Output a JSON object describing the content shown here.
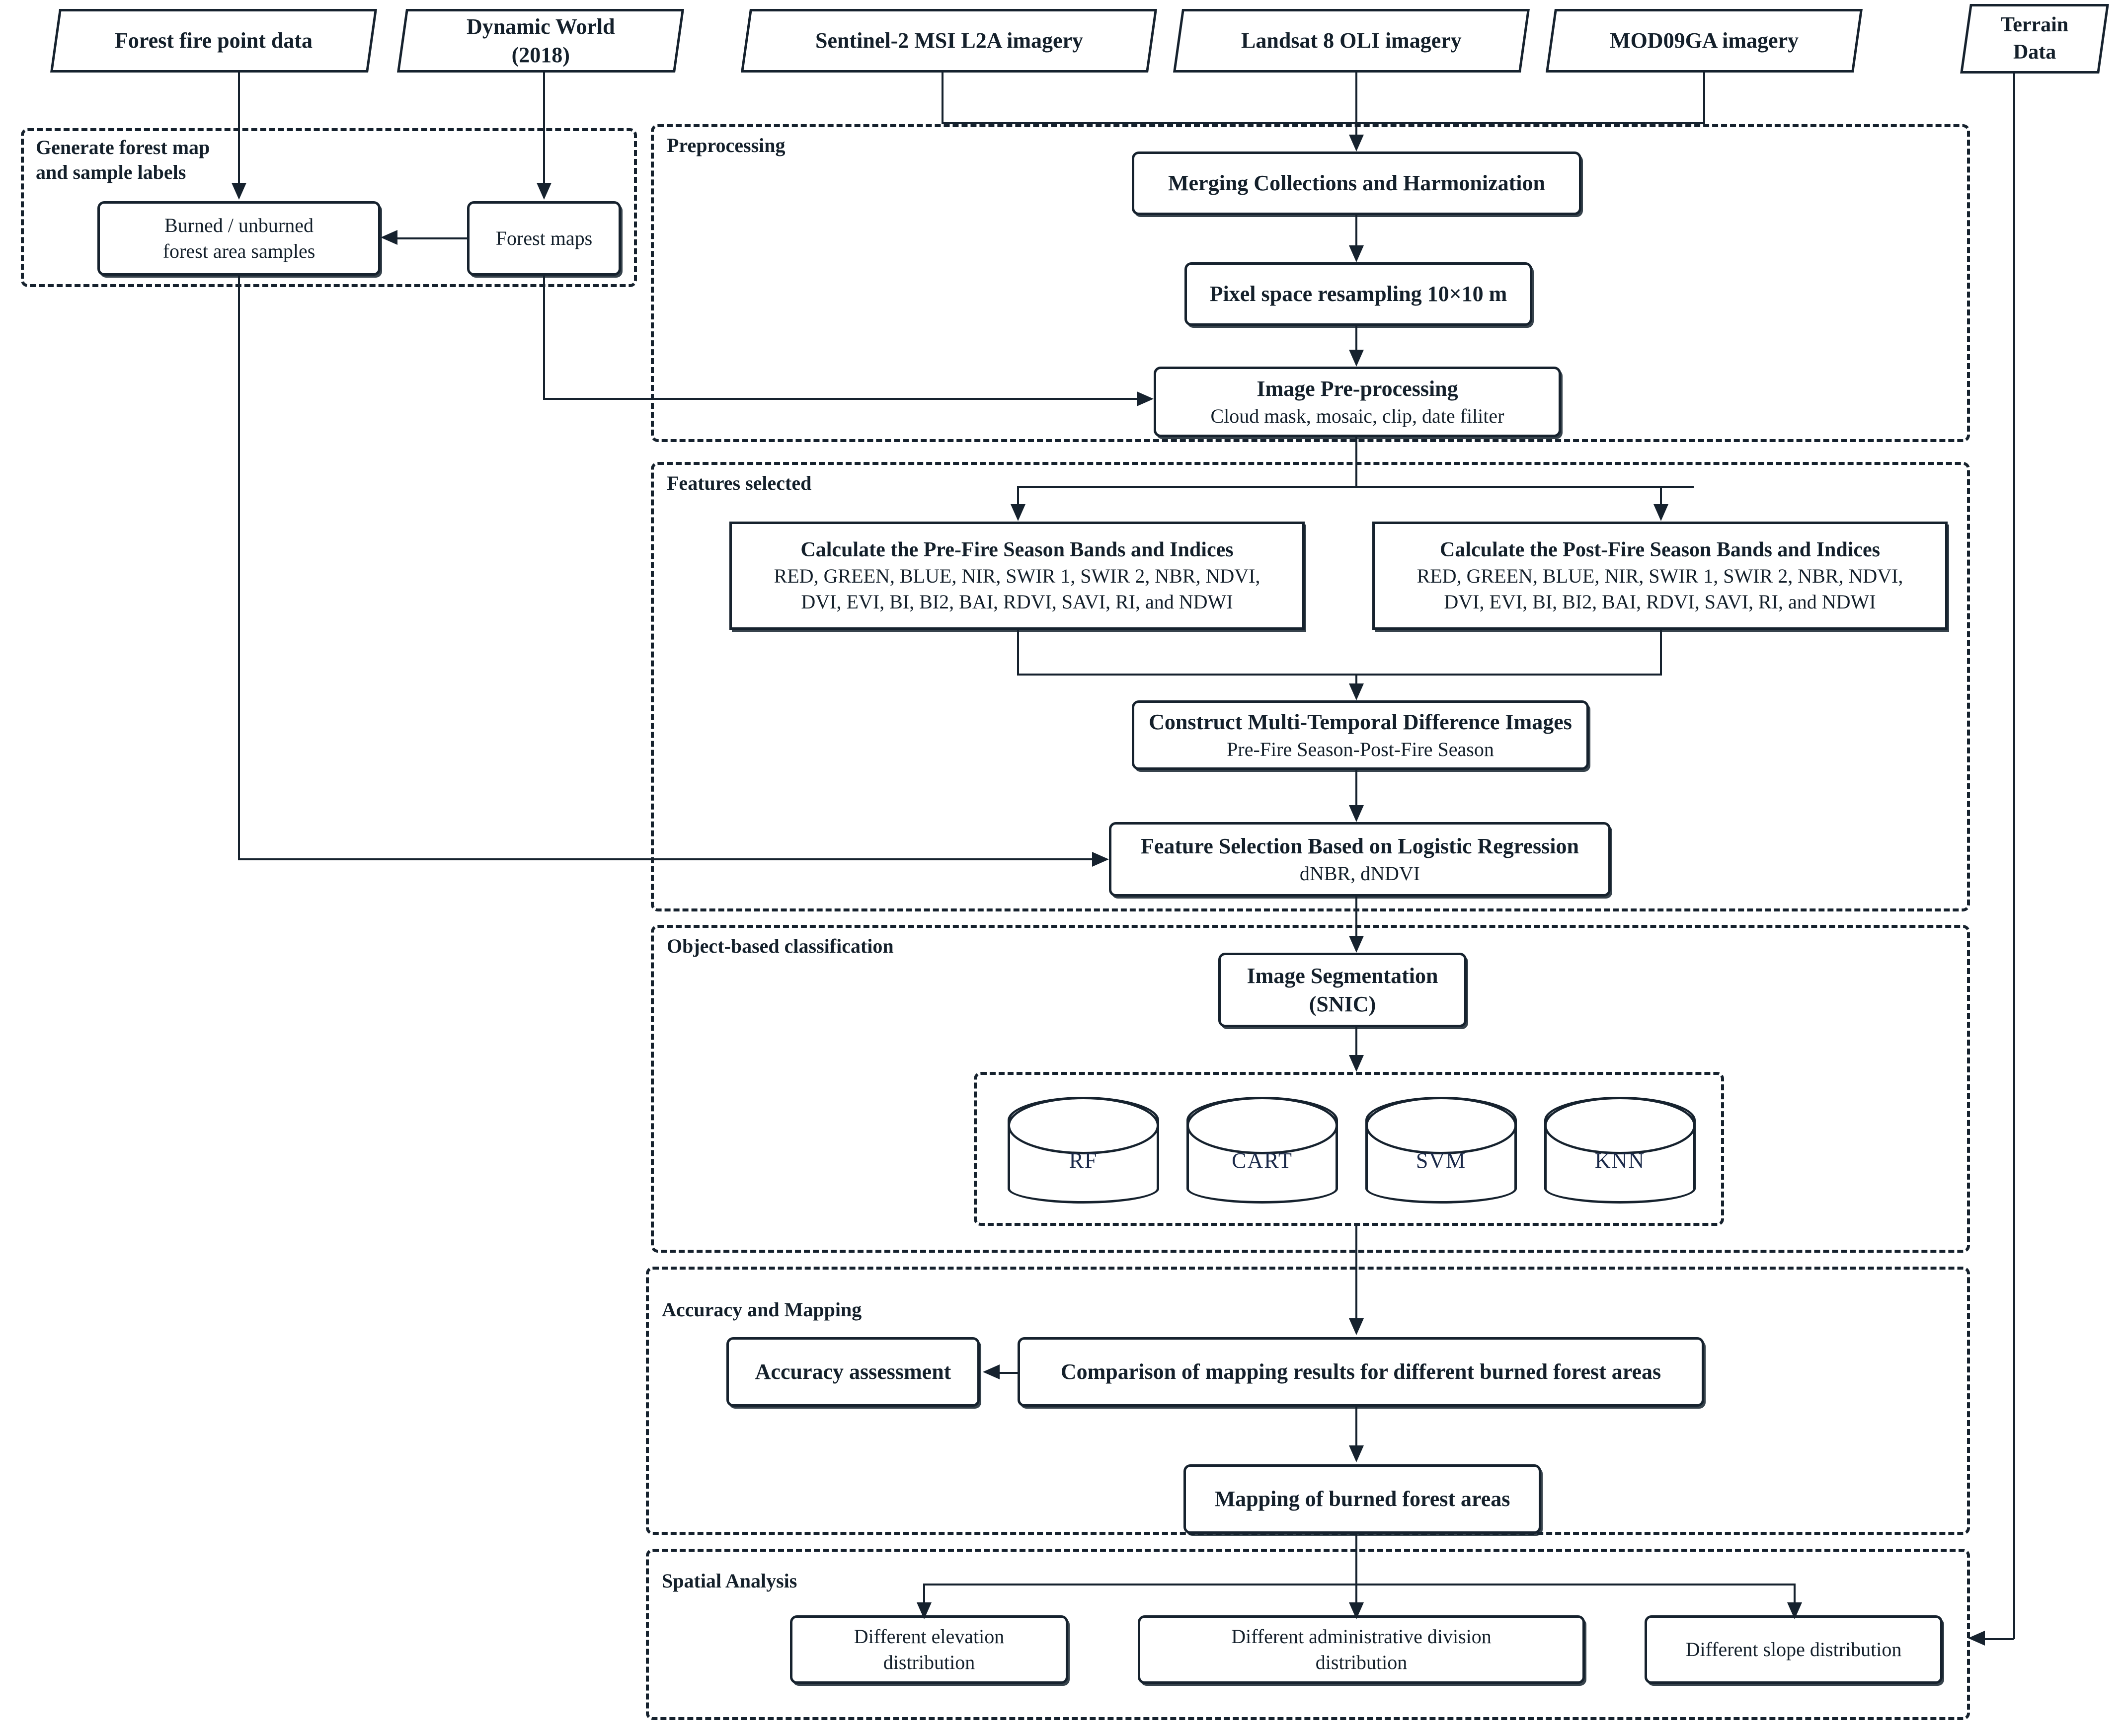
{
  "diagram": {
    "title": "Burned forest area mapping workflow",
    "accent_color": "#16222e",
    "cylinder_label_color": "#1b2a4a"
  },
  "sources": [
    {
      "name": "forest-fire-point-data",
      "line1": "Forest fire point data",
      "line2": ""
    },
    {
      "name": "dynamic-world",
      "line1": "Dynamic World",
      "line2": "(2018)"
    },
    {
      "name": "sentinel2",
      "line1": "Sentinel-2 MSI L2A imagery",
      "line2": ""
    },
    {
      "name": "landsat8",
      "line1": "Landsat 8 OLI imagery",
      "line2": ""
    },
    {
      "name": "mod09ga",
      "line1": "MOD09GA imagery",
      "line2": ""
    },
    {
      "name": "terrain-data",
      "line1": "Terrain",
      "line2": "Data"
    }
  ],
  "groups": {
    "generate": "Generate forest map\nand sample labels",
    "preprocessing": "Preprocessing",
    "features": "Features selected",
    "classification": "Object-based classification",
    "accuracy": "Accuracy and Mapping",
    "spatial": "Spatial Analysis"
  },
  "nodes": {
    "samples": {
      "l1": "Burned / unburned",
      "l2": "forest area samples"
    },
    "forestmaps": {
      "l1": "Forest maps",
      "l2": ""
    },
    "merging": {
      "l1": "Merging Collections and Harmonization",
      "l2": ""
    },
    "resample": {
      "l1": "Pixel space resampling 10×10 m",
      "l2": ""
    },
    "preproc": {
      "l1": "Image Pre-processing",
      "l2": "Cloud mask, mosaic, clip, date filiter"
    },
    "prefire": {
      "l1": "Calculate the Pre-Fire Season Bands and Indices",
      "l2": "RED, GREEN, BLUE, NIR, SWIR 1, SWIR 2, NBR, NDVI,",
      "l3": "DVI, EVI, BI, BI2, BAI, RDVI, SAVI, RI, and NDWI"
    },
    "postfire": {
      "l1": "Calculate the Post-Fire Season Bands and Indices",
      "l2": "RED, GREEN, BLUE, NIR, SWIR 1, SWIR 2, NBR, NDVI,",
      "l3": "DVI, EVI, BI, BI2, BAI, RDVI, SAVI, RI, and NDWI"
    },
    "difference": {
      "l1": "Construct Multi-Temporal Difference Images",
      "l2": "Pre-Fire Season-Post-Fire Season"
    },
    "featsel": {
      "l1": "Feature Selection Based on Logistic Regression",
      "l2": "dNBR, dNDVI"
    },
    "segmentation": {
      "l1": "Image Segmentation",
      "l2": "(SNIC)"
    },
    "accuracy": {
      "l1": "Accuracy assessment",
      "l2": ""
    },
    "comparison": {
      "l1": "Comparison of mapping results for different burned forest areas",
      "l2": ""
    },
    "mapping": {
      "l1": "Mapping of  burned forest areas",
      "l2": ""
    },
    "elevation": {
      "l1": "Different elevation",
      "l2": "distribution"
    },
    "admin": {
      "l1": "Different administrative division",
      "l2": "distribution"
    },
    "slope": {
      "l1": "Different slope distribution",
      "l2": ""
    }
  },
  "classifiers": [
    {
      "name": "rf",
      "label": "RF"
    },
    {
      "name": "cart",
      "label": "CART"
    },
    {
      "name": "svm",
      "label": "SVM"
    },
    {
      "name": "knn",
      "label": "KNN"
    }
  ]
}
